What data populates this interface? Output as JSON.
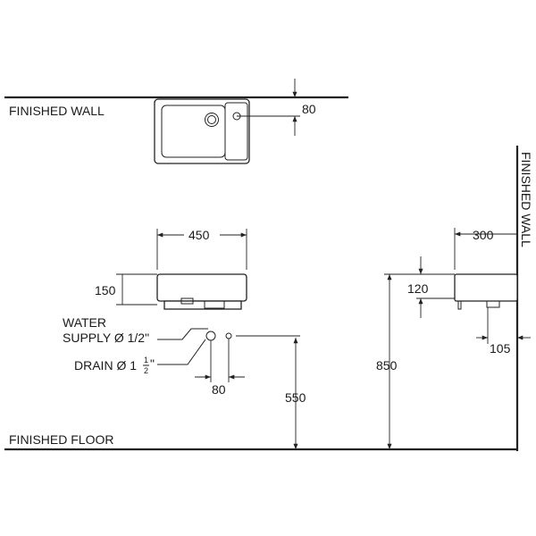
{
  "labels": {
    "finished_wall_top": "FINISHED WALL",
    "finished_wall_side": "FINISHED WALL",
    "finished_floor": "FINISHED FLOOR",
    "water_line1": "WATER",
    "water_line2": "SUPPLY Ø 1/2\"",
    "drain_prefix": "DRAIN Ø 1",
    "drain_frac_num": "1",
    "drain_frac_den": "2",
    "drain_suffix": "\""
  },
  "dimensions": {
    "plan_offset": "80",
    "front_width": "450",
    "front_height": "150",
    "pipe_spacing": "80",
    "pipe_height": "550",
    "side_depth": "300",
    "side_thickness": "120",
    "side_drain_offset": "105",
    "rim_height": "850"
  }
}
